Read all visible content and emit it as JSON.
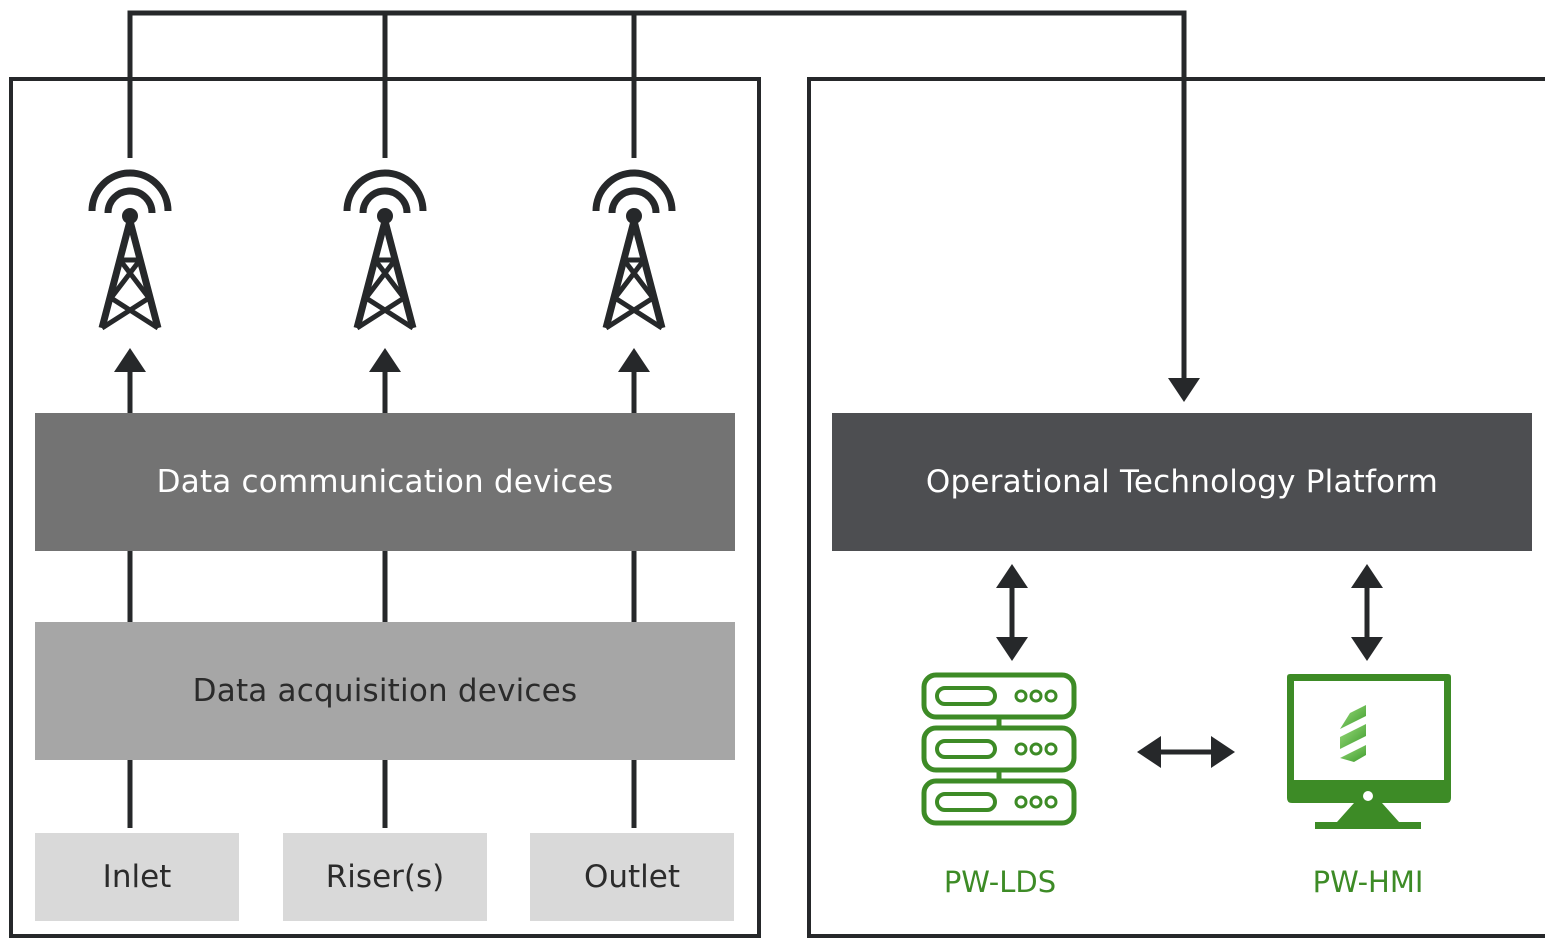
{
  "left_panel": {
    "communication_label": "Data communication devices",
    "acquisition_label": "Data acquisition devices",
    "sources": [
      "Inlet",
      "Riser(s)",
      "Outlet"
    ]
  },
  "right_panel": {
    "platform_label": "Operational Technology Platform",
    "lds_label": "PW-LDS",
    "hmi_label": "PW-HMI"
  },
  "icons": {
    "tower": "radio-tower-icon",
    "server": "server-icon",
    "monitor": "monitor-icon",
    "logo": "logo-icon"
  },
  "colors": {
    "line": "#26282a",
    "communication_fill": "#737373",
    "acquisition_fill": "#a6a6a6",
    "source_fill": "#d9d9d9",
    "platform_fill": "#4d4e51",
    "green": "#3d8b26",
    "logo_light": "#9cdc7c",
    "logo_dark": "#3c9a2c"
  }
}
